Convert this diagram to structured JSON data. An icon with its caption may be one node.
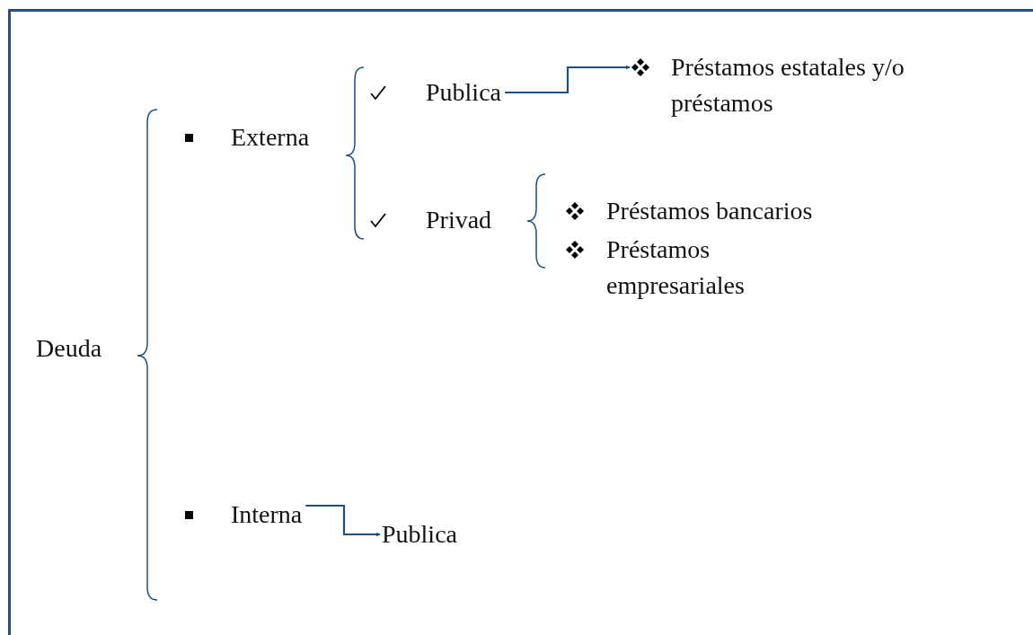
{
  "diagram": {
    "nodes": [
      {
        "text": [
          "Deuda"
        ]
      },
      {
        "text": [
          "Externa"
        ]
      },
      {
        "text": [
          "Interna"
        ]
      },
      {
        "text": [
          "Publica"
        ]
      },
      {
        "text": [
          "Privad"
        ]
      },
      {
        "text": [
          "Préstamos estatales y/o préstamos"
        ]
      },
      {
        "text": [
          "Préstamos bancarios"
        ]
      },
      {
        "text": [
          "Préstamos empresariales"
        ]
      },
      {
        "text": [
          "Publica"
        ]
      }
    ],
    "edges": [
      {
        "from": 3,
        "to": 5,
        "arrow": "to"
      },
      {
        "from": 2,
        "to": 8,
        "arrow": "to"
      }
    ]
  }
}
